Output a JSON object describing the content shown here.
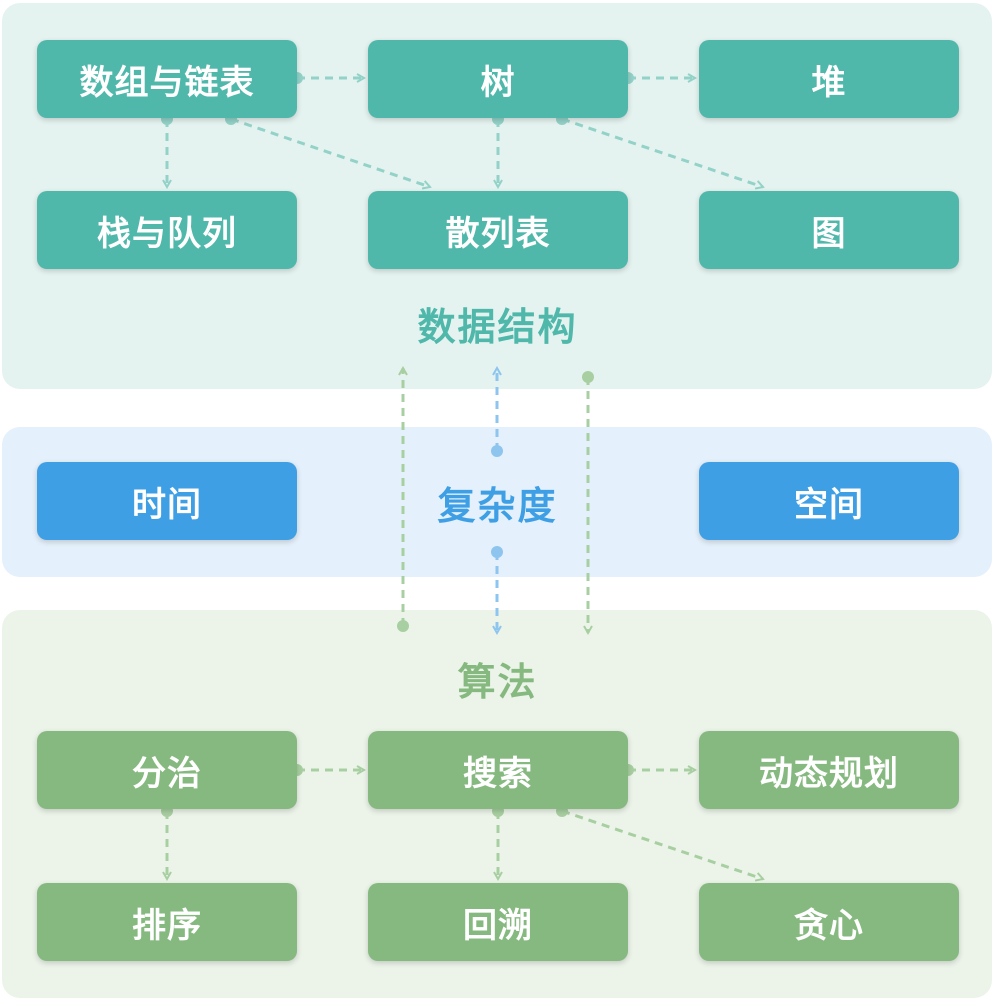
{
  "colors": {
    "data_structure": "#4fb8ab",
    "complexity": "#3e9fe5",
    "algorithm": "#86b97f",
    "ds_edge": "#93d2c8",
    "cx_edge": "#8ec5ee",
    "alg_edge": "#a8cfa1"
  },
  "data_structure": {
    "title": "数据结构",
    "nodes": {
      "array_linked_list": "数组与链表",
      "tree": "树",
      "heap": "堆",
      "stack_queue": "栈与队列",
      "hash_table": "散列表",
      "graph": "图"
    }
  },
  "complexity": {
    "title": "复杂度",
    "nodes": {
      "time": "时间",
      "space": "空间"
    }
  },
  "algorithm": {
    "title": "算法",
    "nodes": {
      "divide_conquer": "分治",
      "search": "搜索",
      "dynamic_programming": "动态规划",
      "sorting": "排序",
      "backtracking": "回溯",
      "greedy": "贪心"
    }
  }
}
